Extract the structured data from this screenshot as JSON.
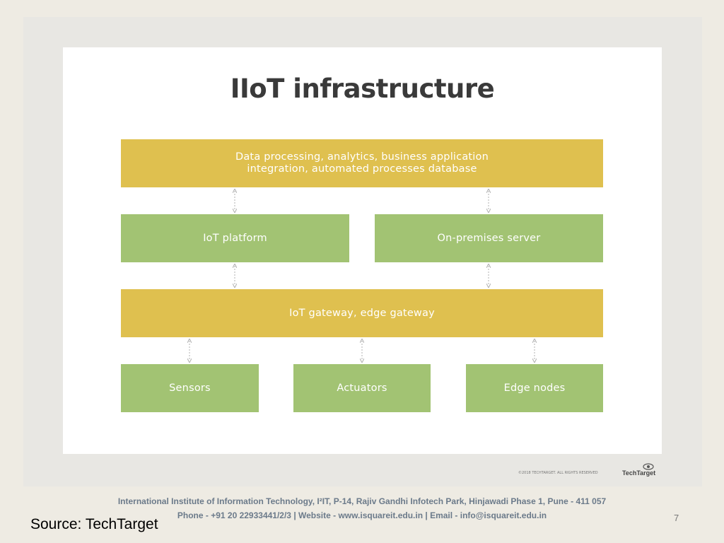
{
  "diagram": {
    "title": "IIoT infrastructure",
    "top_layer": "Data processing, analytics, business application integration, automated processes database",
    "middle_left": "IoT platform",
    "middle_right": "On-premises server",
    "gateway_layer": "IoT gateway, edge gateway",
    "bottom": [
      "Sensors",
      "Actuators",
      "Edge nodes"
    ],
    "copyright": "©2018 TECHTARGET. ALL RIGHTS RESERVED",
    "logo_text": "TechTarget",
    "colors": {
      "yellow": "#dfc04f",
      "green": "#a2c373",
      "arrow": "#b0b0b0"
    }
  },
  "footer": {
    "line1": "International Institute of Information Technology, I²IT, P-14, Rajiv Gandhi Infotech Park, Hinjawadi Phase 1, Pune - 411 057",
    "line2": "Phone - +91 20 22933441/2/3 | Website - www.isquareit.edu.in | Email - info@isquareit.edu.in",
    "page_number": "7"
  },
  "source": "Source: TechTarget"
}
